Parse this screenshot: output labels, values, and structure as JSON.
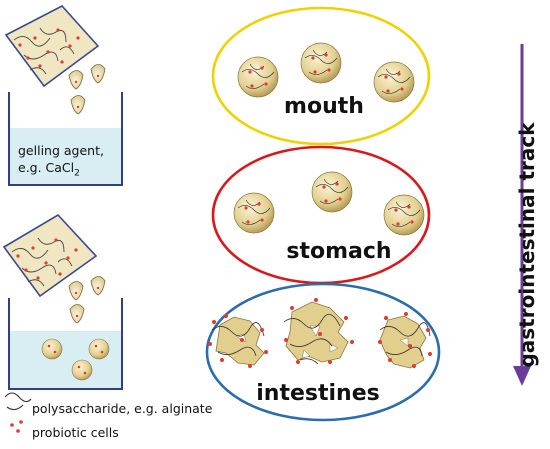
{
  "beaker": {
    "agent_label": "gelling agent,",
    "agent_example_prefix": "e.g. CaCl",
    "agent_example_sub": "2"
  },
  "stages": {
    "mouth": "mouth",
    "stomach": "stomach",
    "intestines": "intestines"
  },
  "axis_label": "gastrointestinal track",
  "legend": {
    "polysaccharide": "polysaccharide, e.g. alginate",
    "cells": "probiotic cells"
  },
  "colors": {
    "mouth_ring": "#f2d100",
    "stomach_ring": "#d7191c",
    "intestines_ring": "#2b6cae",
    "arrow": "#6a3d9a",
    "bead": "#e6d59a",
    "cell": "#e23a2e",
    "liquid": "#d8eef2",
    "paper": "#f1e6c2"
  }
}
